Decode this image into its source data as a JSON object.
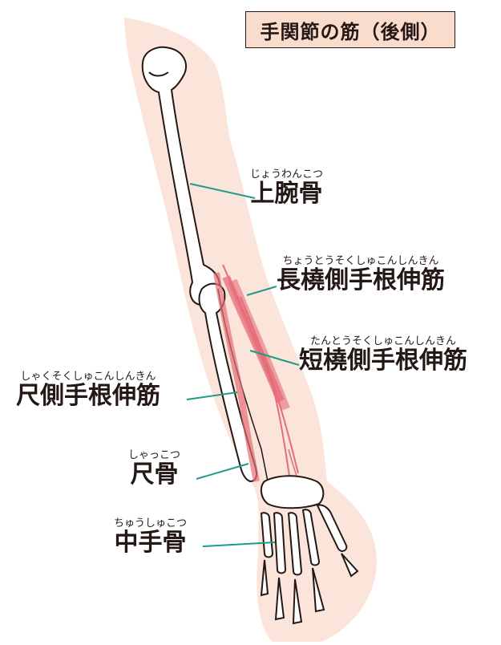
{
  "title": "手関節の筋（後側）",
  "labels": {
    "humerus": {
      "ruby": "じょうわんこつ",
      "term": "上腕骨"
    },
    "ecr_longus": {
      "ruby": "ちょうとうそくしゅこんしんきん",
      "term": "長橈側手根伸筋"
    },
    "ecr_brevis": {
      "ruby": "たんとうそくしゅこんしんきん",
      "term": "短橈側手根伸筋"
    },
    "ecu": {
      "ruby": "しゃくそくしゅこんしんきん",
      "term": "尺側手根伸筋"
    },
    "ulna": {
      "ruby": "しゃっこつ",
      "term": "尺骨"
    },
    "metacarpal": {
      "ruby": "ちゅうしゅこつ",
      "term": "中手骨"
    }
  },
  "colors": {
    "skin": "#fbe4da",
    "muscle": "#e46d78",
    "leader": "#1b9c8c",
    "bone_outline": "#231815"
  }
}
